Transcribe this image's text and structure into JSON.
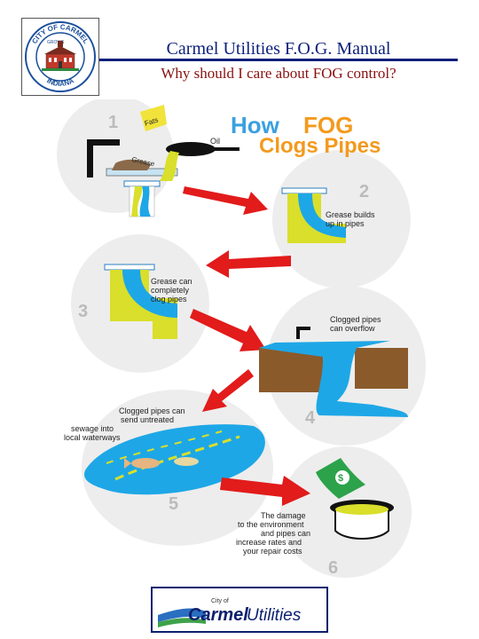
{
  "header": {
    "title": "Carmel Utilities F.O.G. Manual",
    "subtitle": "Why should I care about FOG control?"
  },
  "seal": {
    "top_text": "CITY OF CARMEL",
    "middle_text": "INDIANA",
    "side_text": "GROWS"
  },
  "infographic": {
    "title_line1_prefix": "How ",
    "title_line1_highlight": "FOG",
    "title_line2": "Clogs Pipes",
    "steps": [
      {
        "number": "1",
        "labels": [
          "Fats",
          "Oil",
          "Grease"
        ]
      },
      {
        "number": "2",
        "caption": [
          "Grease builds",
          "up in pipes"
        ]
      },
      {
        "number": "3",
        "caption": [
          "Grease can",
          "completely",
          "clog pipes"
        ]
      },
      {
        "number": "4",
        "caption": [
          "Clogged pipes",
          "can overflow"
        ]
      },
      {
        "number": "5",
        "caption": [
          "Clogged pipes can",
          "send untreated",
          "sewage into",
          "local waterways"
        ]
      },
      {
        "number": "6",
        "caption": [
          "The damage",
          "to the environment",
          "and pipes can",
          "increase rates and",
          "your repair costs"
        ]
      }
    ],
    "colors": {
      "blue": "#1ea7e6",
      "yellow": "#d9df2a",
      "brown": "#8b5a2b",
      "red": "#e21b1b",
      "title_blue": "#3aa0e0",
      "title_orange": "#f39a1e"
    }
  },
  "footer_logo": {
    "prefix": "City of",
    "name_bold": "Carmel",
    "name_rest": " Utilities"
  }
}
